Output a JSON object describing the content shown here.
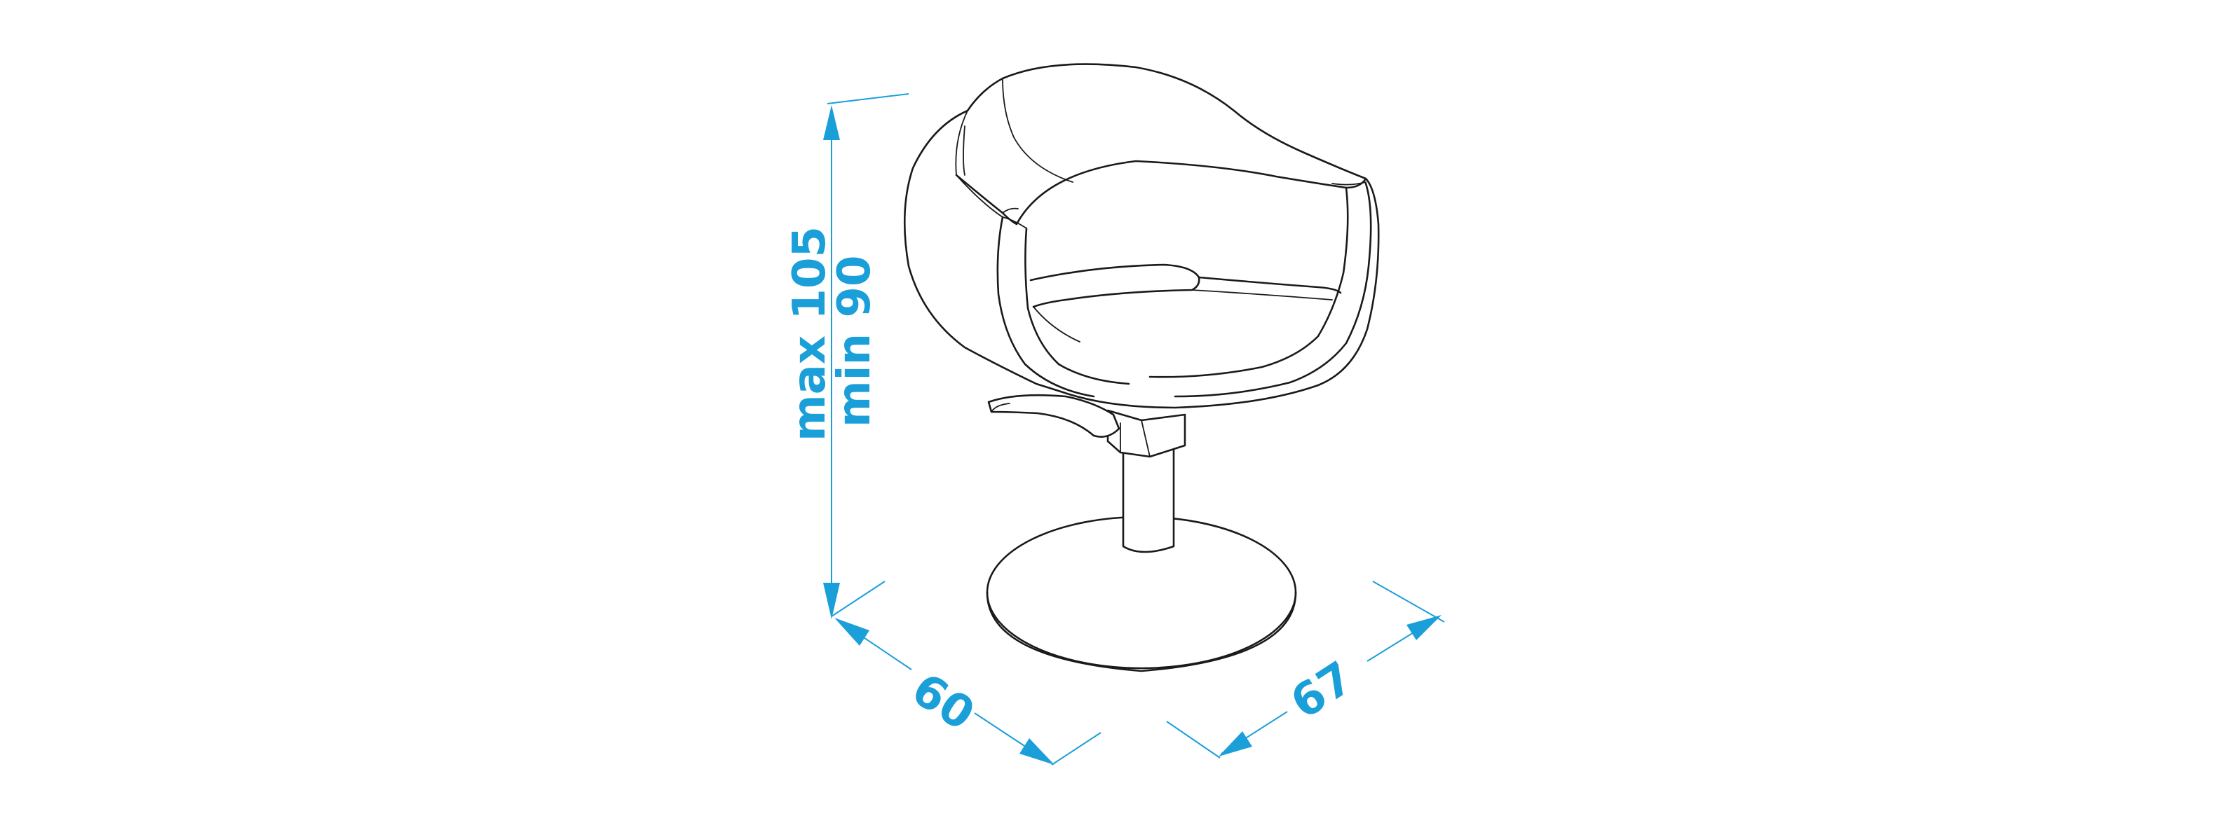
{
  "dimensions": {
    "height_max_label": "max 105",
    "height_min_label": "min 90",
    "width_label": "60",
    "depth_label": "67"
  },
  "colors": {
    "dimension": "#1a9fd9",
    "outline": "#1a1a1a",
    "background": "#ffffff"
  }
}
